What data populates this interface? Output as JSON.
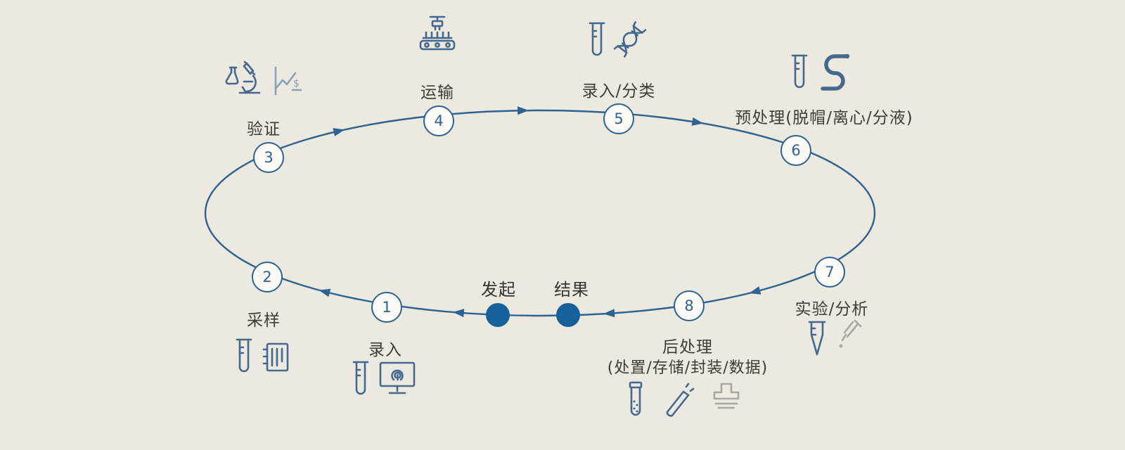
{
  "colors": {
    "background": "#ece9e0",
    "flow_line": "#2e6291",
    "terminal_dot": "#16619b",
    "icon_primary": "#44688e",
    "icon_secondary": "#a6a8a3",
    "label_text": "#3c3c3a"
  },
  "diagram": {
    "start": {
      "label": "发起"
    },
    "end": {
      "label": "结果"
    },
    "steps": [
      {
        "num": "1",
        "label": "录入",
        "icons": [
          "test-tube-icon",
          "monitor-fingerprint-icon"
        ]
      },
      {
        "num": "2",
        "label": "采样",
        "icons": [
          "test-tube-icon",
          "ledger-icon"
        ]
      },
      {
        "num": "3",
        "label": "验证",
        "icon_text": "$",
        "icons": [
          "microscope-flask-icon",
          "trend-chart-icon"
        ]
      },
      {
        "num": "4",
        "label": "运输",
        "icons": [
          "robotic-dispenser-conveyor-icon"
        ]
      },
      {
        "num": "5",
        "label": "录入/分类",
        "icons": [
          "test-tube-icon",
          "dna-icon"
        ]
      },
      {
        "num": "6",
        "label": "预处理(脱帽/离心/分液)",
        "icons": [
          "test-tube-icon",
          "decapper-icon"
        ]
      },
      {
        "num": "7",
        "label": "实验/分析",
        "icons": [
          "centrifuge-tube-icon",
          "dropper-icon"
        ]
      },
      {
        "num": "8",
        "label": "后处理",
        "sublabel": "(处置/存储/封装/数据)",
        "icons": [
          "granule-tube-icon",
          "swab-tube-icon",
          "press-icon"
        ]
      }
    ]
  }
}
